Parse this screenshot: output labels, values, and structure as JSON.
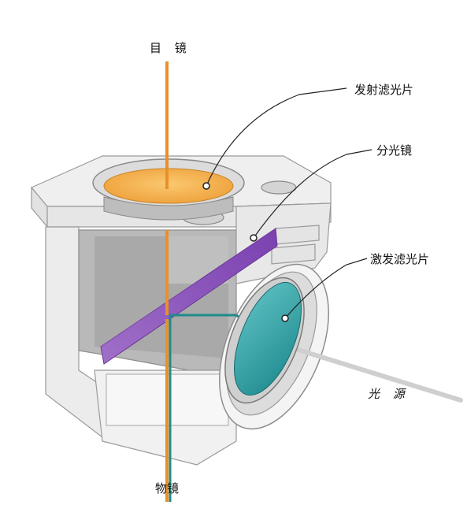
{
  "labels": {
    "eyepiece": "目 镜",
    "emission_filter": "发射滤光片",
    "dichroic_mirror": "分光镜",
    "excitation_filter": "激发滤光片",
    "light_source": "光 源",
    "objective": "物镜"
  },
  "colors": {
    "emission_beam": "#e8902a",
    "excitation_beam": "#1f8a8a",
    "emission_filter": "#f2a533",
    "excitation_filter": "#2a9aa0",
    "dichroic": "#8a52b8",
    "housing": "#ececec",
    "housing_edge": "#9a9a9a",
    "leader": "#222222"
  }
}
